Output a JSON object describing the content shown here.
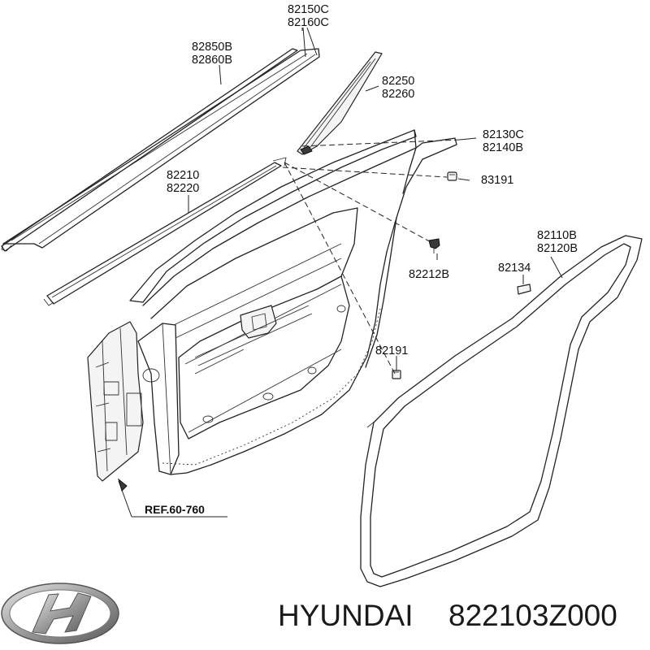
{
  "labels": {
    "p82150C": "82150C",
    "p82160C": "82160C",
    "p82850B": "82850B",
    "p82860B": "82860B",
    "p82250": "82250",
    "p82260": "82260",
    "p82130C": "82130C",
    "p82140B": "82140B",
    "p83191": "83191",
    "p82210": "82210",
    "p82220": "82220",
    "p82212B": "82212B",
    "p82110B": "82110B",
    "p82120B": "82120B",
    "p82134": "82134",
    "p82191": "82191"
  },
  "reference": "REF.60-760",
  "footer": {
    "brand": "HYUNDAI",
    "part_number": "822103Z000"
  },
  "icons": {
    "logo": "hyundai-logo-icon"
  }
}
